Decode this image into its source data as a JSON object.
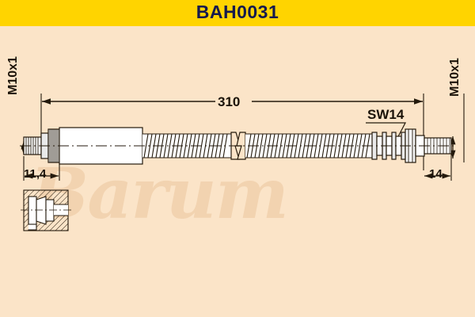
{
  "header": {
    "title": "BAH0031",
    "bg_color": "#ffd400",
    "text_color": "#141a4e"
  },
  "page": {
    "background_color": "#fbe4c8",
    "watermark_text": "Barum",
    "watermark_color": "#f2d3b0"
  },
  "drawing": {
    "title": "Brake hose technical drawing",
    "line_color": "#241a0c",
    "part_fill": "#ffffff",
    "dimensions": {
      "overall_length": "310",
      "left_thread": "M10x1",
      "right_thread": "M10x1",
      "left_fitting_length": "11,4",
      "right_fitting_length": "14",
      "hex_size": "SW14"
    }
  },
  "labels": {
    "length_310": "310",
    "sw14": "SW14",
    "m10x1_left": "M10x1",
    "m10x1_right": "M10x1",
    "dim_114": "11,4",
    "dim_14": "14"
  }
}
